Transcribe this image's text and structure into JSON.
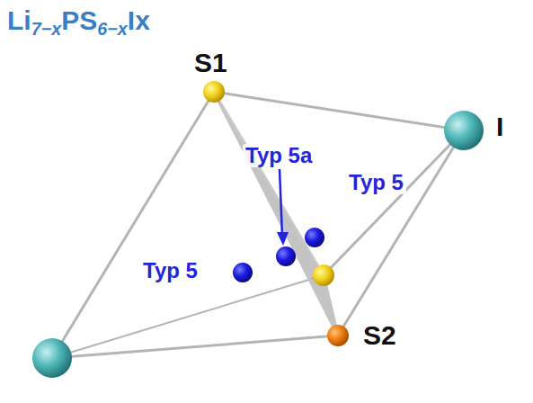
{
  "diagram": {
    "labels": [
      "Li7−xPS6−xIx",
      "S1",
      "I",
      "Typ 5a",
      "Typ 5",
      "Typ 5",
      "S2"
    ]
  }
}
